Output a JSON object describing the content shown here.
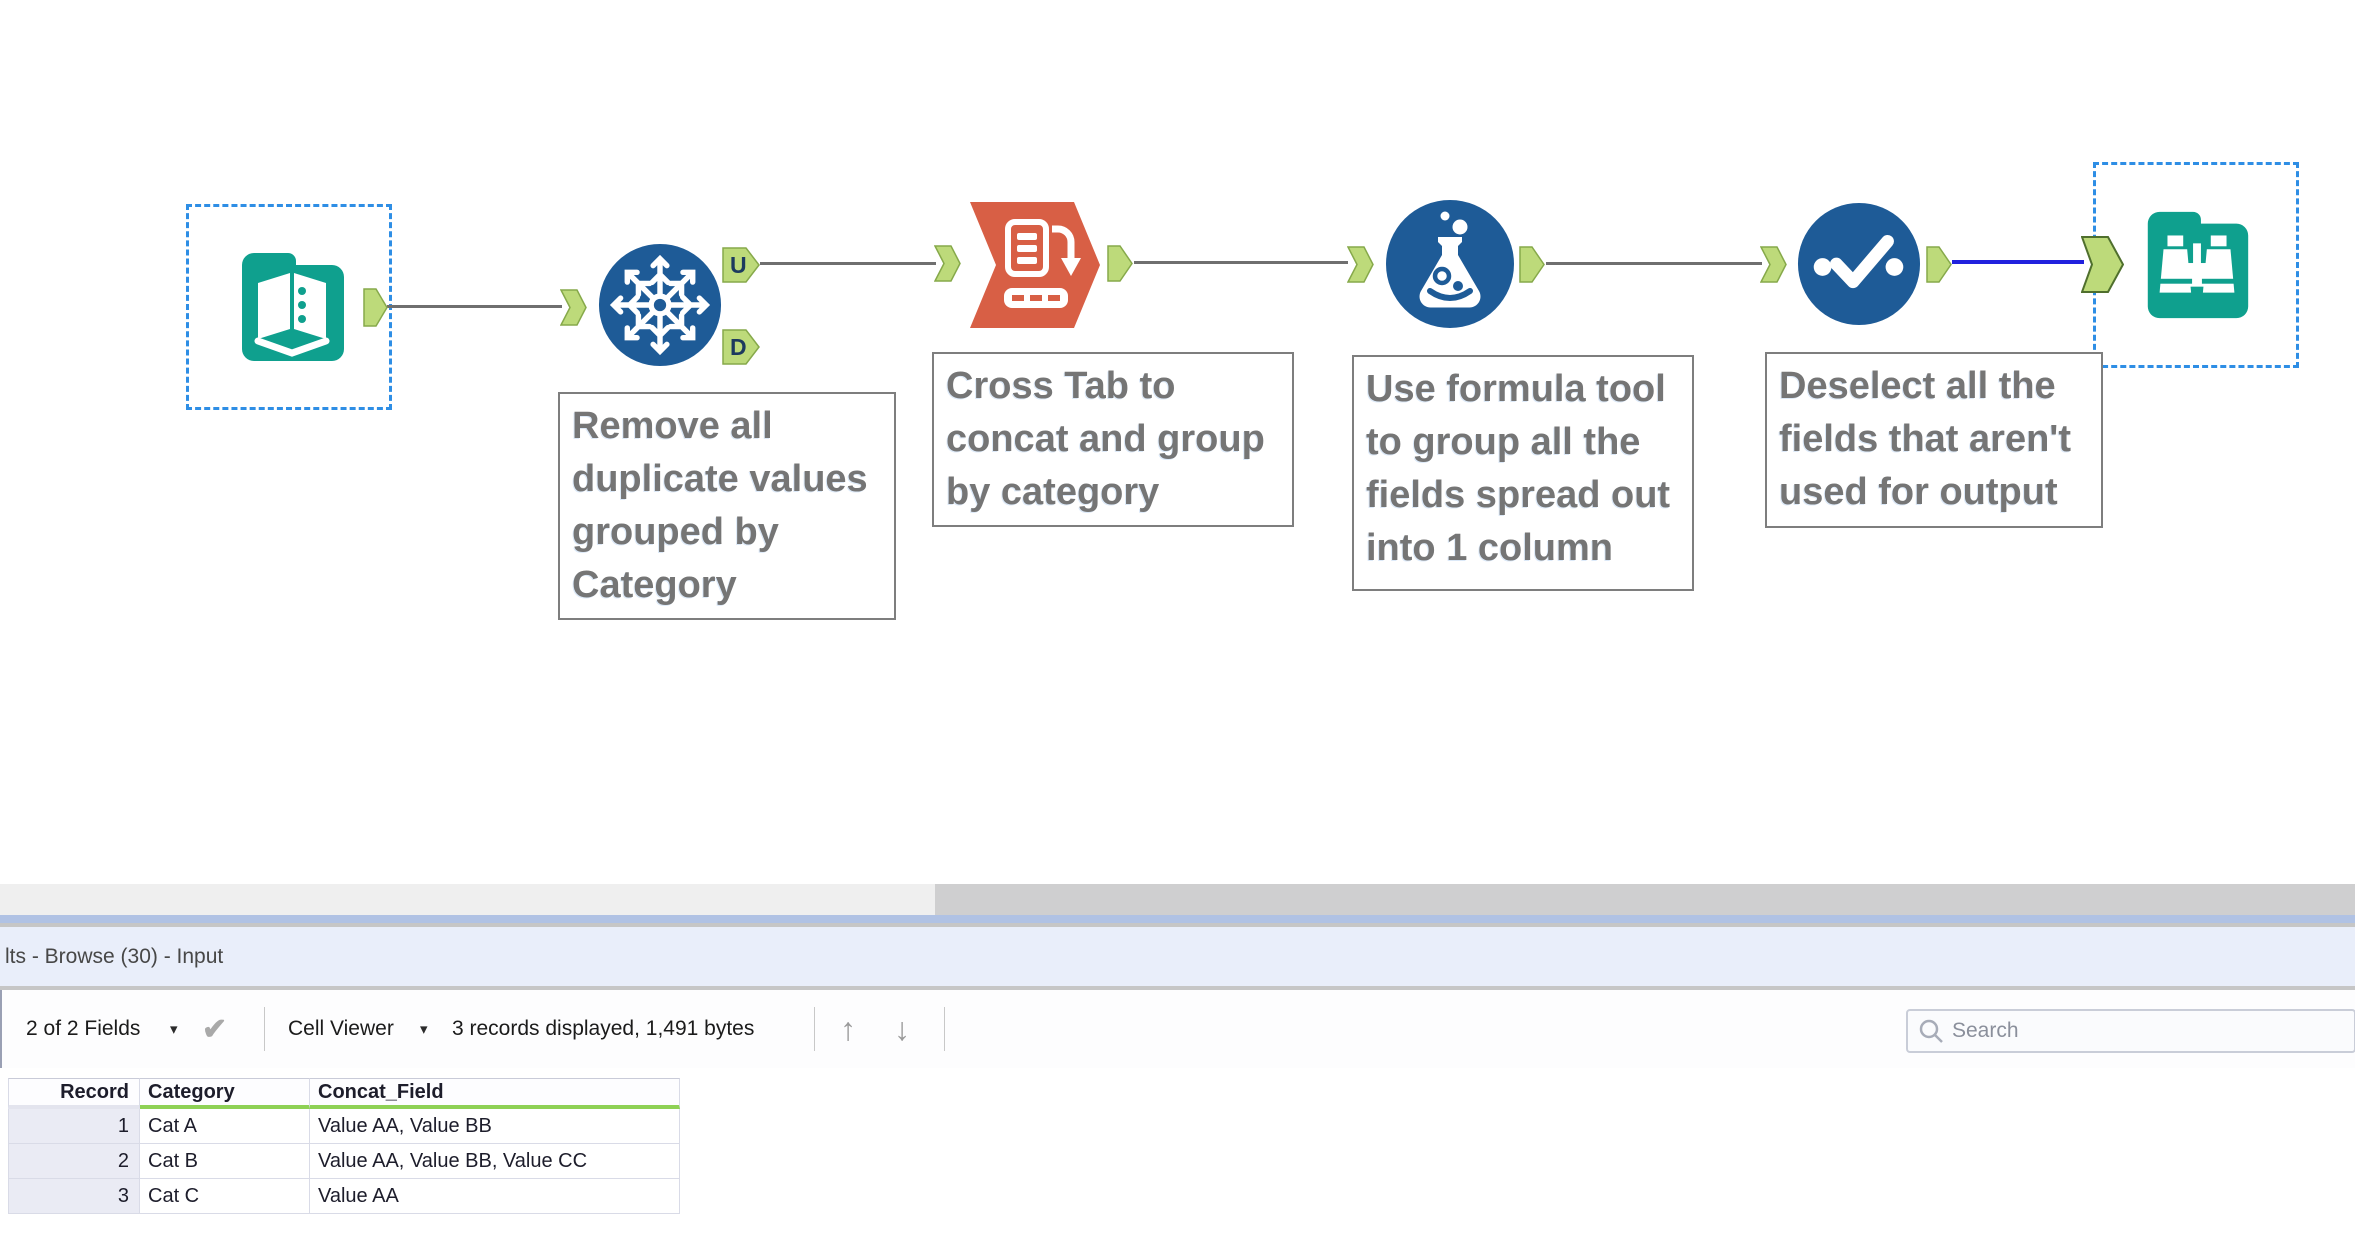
{
  "colors": {
    "teal": "#0FA08E",
    "tool_blue": "#1E5B97",
    "tool_red": "#D85F45",
    "anchor_fill": "#BDDA7A",
    "anchor_stroke": "#86A94A",
    "anchor_letter": "#1C3A5E",
    "wire_gray": "#6F6F6F",
    "wire_blue": "#2121DE",
    "selection_blue": "#2E8EE5",
    "annotation_border": "#7E7E7E",
    "annotation_text": "#757575",
    "green_underline": "#8ED155",
    "scroll_track": "#EFEFEF",
    "scroll_thumb": "#CFCFD0",
    "divider_blue": "#B0C2E4",
    "panel_header_bg": "#E9EEFA",
    "record_cell_bg": "#EAEBF4",
    "table_border": "#D9DBE7",
    "toolbar_text": "#1B1B1B",
    "muted_icon": "#9A9A9A",
    "search_border": "#C9CDD8",
    "search_placeholder": "#8A8F9B"
  },
  "canvas": {
    "unique_tool": {
      "u_label": "U",
      "d_label": "D"
    },
    "annotations": [
      {
        "text": "Remove all\nduplicate values\ngrouped by\nCategory"
      },
      {
        "text": "Cross Tab to\nconcat and group\nby category"
      },
      {
        "text": "Use formula tool\nto group all the\nfields spread out\ninto 1 column"
      },
      {
        "text": "Deselect all the\nfields that aren't\nused for output"
      }
    ]
  },
  "results_panel": {
    "title": "lts - Browse (30) - Input",
    "toolbar": {
      "fields_summary": "2 of 2 Fields",
      "cell_viewer_label": "Cell Viewer",
      "records_summary": "3 records displayed, 1,491 bytes",
      "search_placeholder": "Search"
    },
    "icons": {
      "caret": "▾",
      "check": "✔",
      "up": "↑",
      "down": "↓"
    },
    "table": {
      "columns": [
        "Record",
        "Category",
        "Concat_Field"
      ],
      "rows": [
        {
          "record": "1",
          "category": "Cat A",
          "concat_field": "Value AA, Value BB"
        },
        {
          "record": "2",
          "category": "Cat B",
          "concat_field": "Value AA, Value BB, Value CC"
        },
        {
          "record": "3",
          "category": "Cat C",
          "concat_field": "Value AA"
        }
      ]
    }
  }
}
